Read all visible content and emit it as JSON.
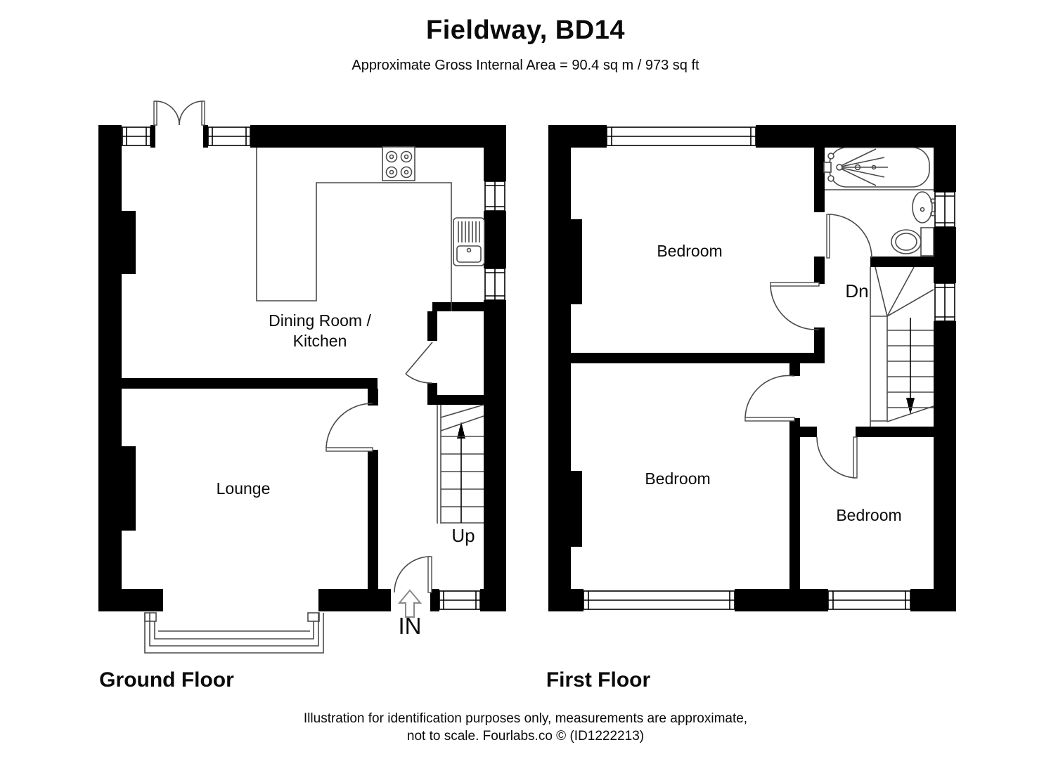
{
  "colors": {
    "wall": "#000000",
    "line": "#4a4a4a",
    "background": "#ffffff"
  },
  "header": {
    "title": "Fieldway, BD14",
    "subtitle": "Approximate Gross Internal Area = 90.4 sq m / 973 sq ft"
  },
  "ground_floor": {
    "label": "Ground Floor",
    "rooms": {
      "dining_kitchen_line1": "Dining Room /",
      "dining_kitchen_line2": "Kitchen",
      "lounge": "Lounge"
    },
    "stairs_label": "Up",
    "entrance_label": "IN",
    "fixtures": [
      "french-doors",
      "kitchen-counter",
      "hob",
      "kitchen-sink",
      "bay-window",
      "staircase-up",
      "entrance-door",
      "understairs-cupboard"
    ]
  },
  "first_floor": {
    "label": "First Floor",
    "rooms": {
      "bedroom_top": "Bedroom",
      "bedroom_bottom_left": "Bedroom",
      "bedroom_bottom_right": "Bedroom"
    },
    "stairs_label": "Dn",
    "fixtures": [
      "bathtub",
      "wash-basin",
      "toilet",
      "staircase-down"
    ]
  },
  "footer": {
    "line1": "Illustration for identification purposes only, measurements are approximate,",
    "line2": "not to scale. Fourlabs.co © (ID1222213)"
  }
}
